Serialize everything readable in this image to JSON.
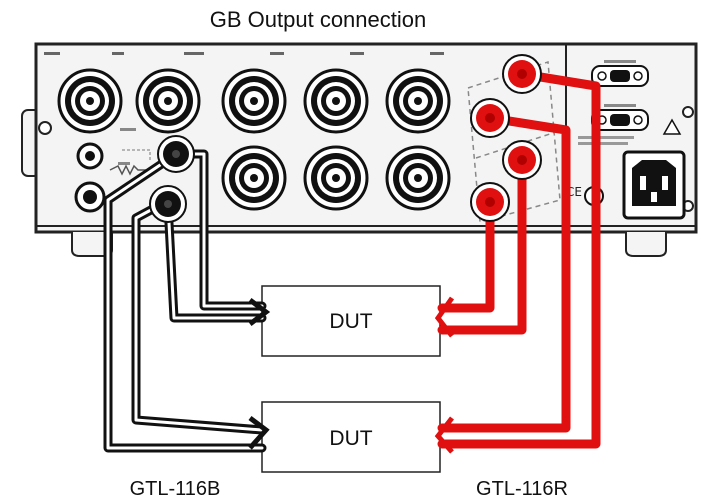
{
  "diagram": {
    "title": "GB Output connection",
    "dut_top_label": "DUT",
    "dut_bottom_label": "DUT",
    "black_cable_label": "GTL-116B",
    "red_cable_label": "GTL-116R"
  },
  "colors": {
    "black_cable": "#111111",
    "red_cable": "#e01010",
    "panel": "#f4f4f4",
    "panel_edge": "#222222"
  }
}
